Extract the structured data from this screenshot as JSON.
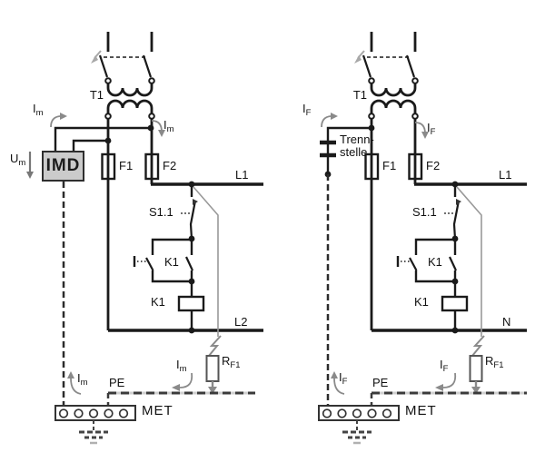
{
  "diagram": {
    "left": {
      "t1": "T1",
      "imd": "IMD",
      "um": {
        "base": "U",
        "sub": "m"
      },
      "im": {
        "base": "I",
        "sub": "m"
      },
      "f1": "F1",
      "f2": "F2",
      "l1": "L1",
      "l2": "L2",
      "s11": "S1.1",
      "k1": "K1",
      "rf1": {
        "base": "R",
        "sub": "F1"
      },
      "pe": "PE",
      "met": "MET"
    },
    "right": {
      "t1": "T1",
      "trennstelle_line1": "Trenn-",
      "trennstelle_line2": "stelle",
      "if": {
        "base": "I",
        "sub": "F"
      },
      "f1": "F1",
      "f2": "F2",
      "l1": "L1",
      "n": "N",
      "s11": "S1.1",
      "k1": "K1",
      "rf1": {
        "base": "R",
        "sub": "F1"
      },
      "pe": "PE",
      "met": "MET"
    },
    "colors": {
      "wire": "#1a1a1a",
      "fault_path": "#999999",
      "arrow": "#8a8a8a",
      "imd_fill": "#cbcbcb",
      "pe_dash": "#3a3a3a"
    }
  }
}
